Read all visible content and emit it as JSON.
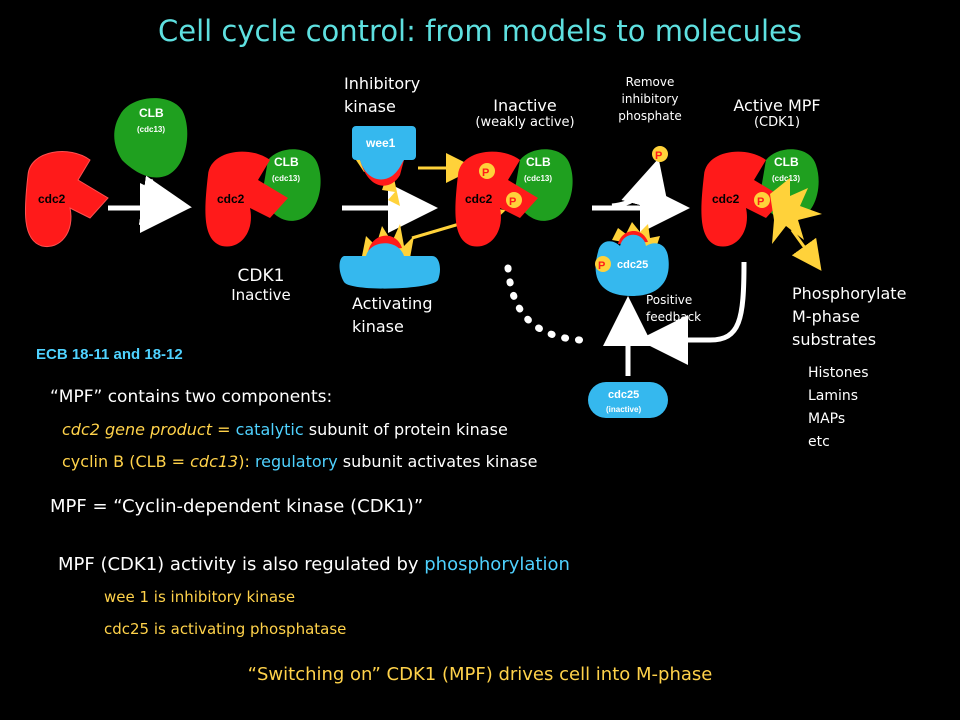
{
  "title": "Cell cycle control: from models to molecules",
  "labels": {
    "inhibitory_kinase": [
      "Inhibitory",
      "kinase"
    ],
    "inactive": "Inactive",
    "weakly_active": "(weakly active)",
    "remove_phosphate": [
      "Remove",
      "inhibitory",
      "phosphate"
    ],
    "active_mpf": "Active MPF",
    "active_mpf_sub": "(CDK1)",
    "cdk1": "CDK1",
    "cdk1_inactive": "Inactive",
    "activating_kinase": [
      "Activating",
      "kinase"
    ],
    "positive_feedback": [
      "Positive",
      "feedback"
    ],
    "phosphorylate": [
      "Phosphorylate",
      "M-phase",
      "substrates"
    ],
    "substrates": [
      "Histones",
      "Lamins",
      "MAPs",
      "etc"
    ],
    "ecb": "ECB 18-11 and 18-12"
  },
  "molecules": {
    "cdc2": "cdc2",
    "clb": "CLB",
    "cdc13": "(cdc13)",
    "wee1": "wee1",
    "cdc25": "cdc25",
    "cdc25_inactive": "(inactive)",
    "p": "P"
  },
  "text": {
    "mpf_two": "“MPF” contains two components:",
    "line1_a": "cdc2 gene product = ",
    "line1_b": "catalytic",
    "line1_c": " subunit of protein kinase",
    "line2_a": "cyclin B (CLB = ",
    "line2_b": "cdc13",
    "line2_c": "): ",
    "line2_d": "regulatory",
    "line2_e": " subunit activates kinase",
    "mpf_eq": "MPF = “Cyclin-dependent kinase (CDK1)”",
    "mpf_reg_a": "MPF (CDK1) activity is also regulated by ",
    "mpf_reg_b": "phosphorylation",
    "wee1_line": "wee 1 is inhibitory kinase",
    "cdc25_line": "cdc25 is activating  phosphatase",
    "switching": "“Switching on” CDK1 (MPF) drives cell into M-phase"
  },
  "colors": {
    "cdc2": "#ff1a1a",
    "clb": "#1fa01f",
    "kinase_blue": "#35b8ee",
    "phosphate": "#ffd23a",
    "title": "#5ee0e0",
    "accent_blue": "#4fd2ff",
    "accent_yellow": "#ffd24a"
  }
}
